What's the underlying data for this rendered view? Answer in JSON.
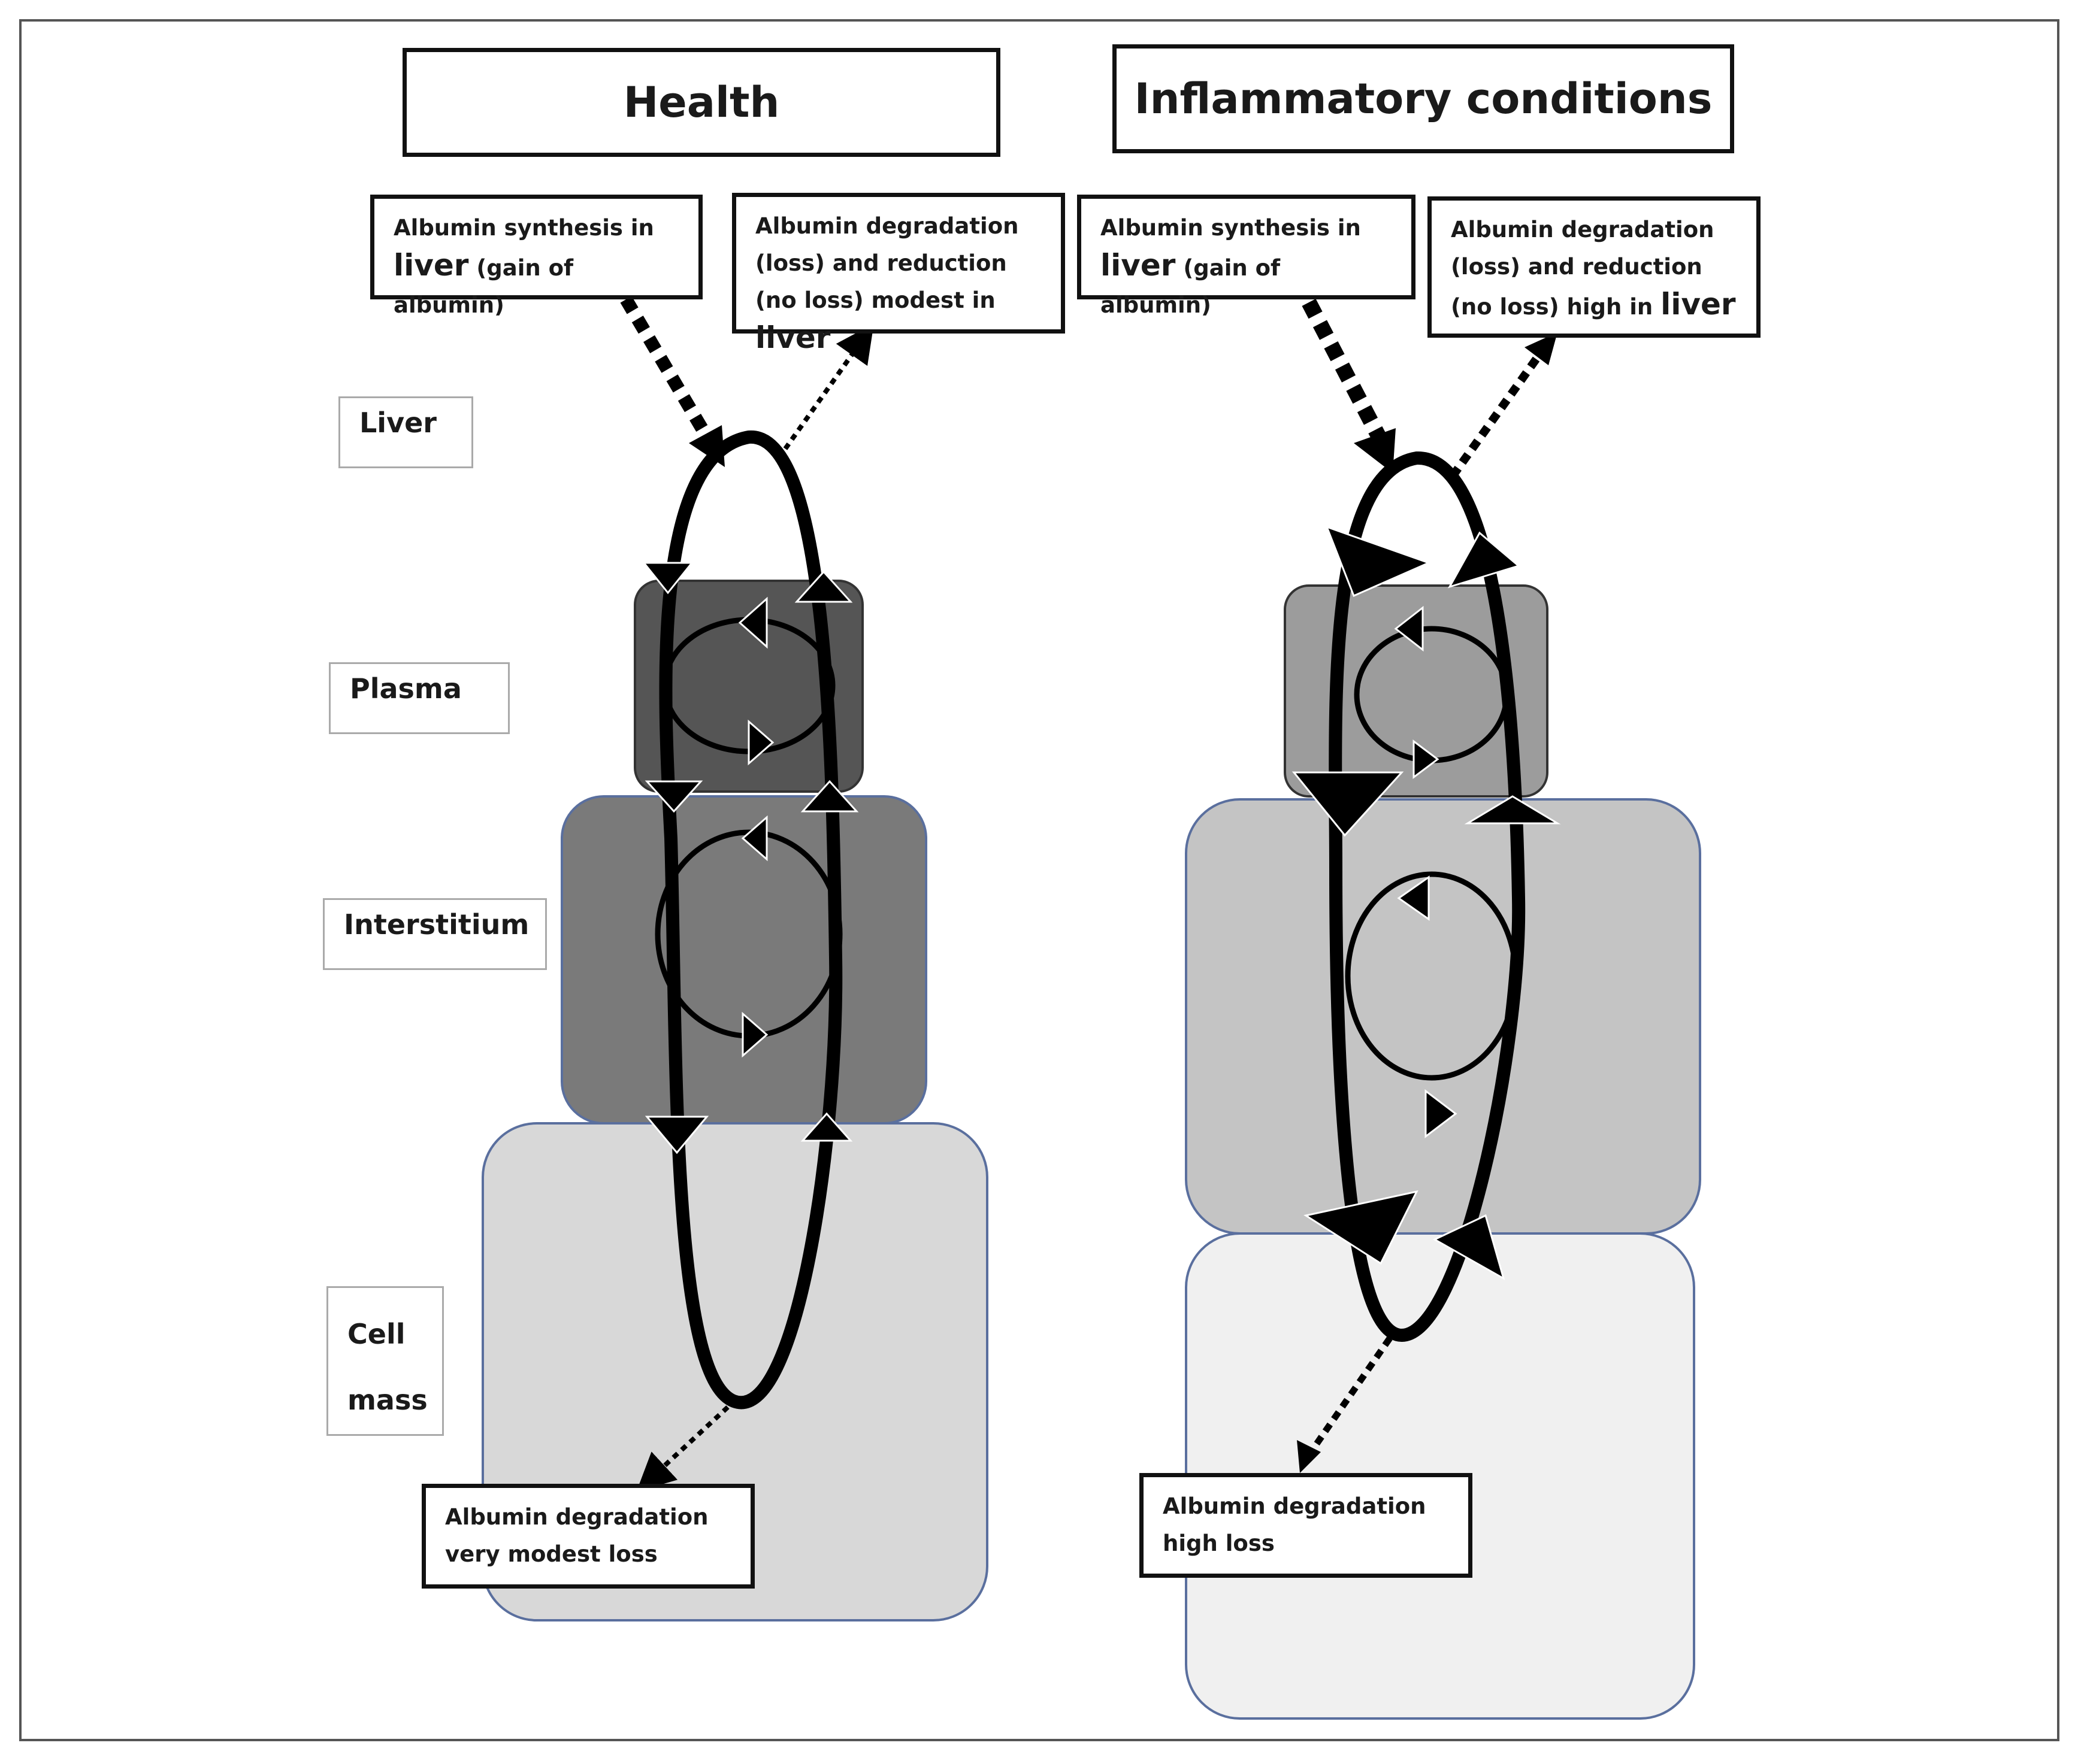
{
  "health": {
    "title": "Health",
    "synthesis": {
      "text": "Albumin synthesis in",
      "organ": "liver",
      "suffix": "(gain of albumin)"
    },
    "degradation_liver": {
      "text": "Albumin degradation (loss) and reduction (no loss) modest in",
      "organ": "liver"
    },
    "degradation_cell": {
      "line1": "Albumin degradation",
      "line2": "very modest loss"
    }
  },
  "inflammatory": {
    "title": "Inflammatory conditions",
    "synthesis": {
      "text": "Albumin synthesis in",
      "organ": "liver",
      "suffix": "(gain of albumin)"
    },
    "degradation_liver": {
      "text": "Albumin degradation (loss) and reduction (no loss) high in",
      "organ": "liver"
    },
    "degradation_cell": {
      "line1": "Albumin degradation",
      "line2": "high loss"
    }
  },
  "compartments": {
    "liver": "Liver",
    "plasma": "Plasma",
    "interstitium": "Interstitium",
    "cell_mass_line1": "Cell",
    "cell_mass_line2": "mass"
  },
  "colors": {
    "health_plasma": "#555555",
    "health_interstitium": "#7a7a7a",
    "health_cell_mass": "#d8d8d8",
    "inflam_plasma": "#9c9c9c",
    "inflam_interstitium": "#c4c4c4",
    "inflam_cell_mass": "#f0f0f0",
    "compartment_border": "#5a6f9e",
    "stroke": "#000000"
  }
}
